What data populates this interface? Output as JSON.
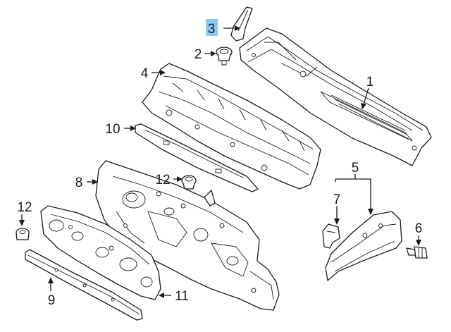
{
  "highlight_color": "#8cc8f0",
  "callouts": [
    {
      "id": "c3",
      "label": "3",
      "highlighted": true
    },
    {
      "id": "c2",
      "label": "2"
    },
    {
      "id": "c4",
      "label": "4"
    },
    {
      "id": "c1",
      "label": "1"
    },
    {
      "id": "c10",
      "label": "10"
    },
    {
      "id": "c12a",
      "label": "12"
    },
    {
      "id": "c8",
      "label": "8"
    },
    {
      "id": "c5",
      "label": "5"
    },
    {
      "id": "c7",
      "label": "7"
    },
    {
      "id": "c12b",
      "label": "12"
    },
    {
      "id": "c6",
      "label": "6"
    },
    {
      "id": "c9",
      "label": "9"
    },
    {
      "id": "c11",
      "label": "11"
    }
  ]
}
